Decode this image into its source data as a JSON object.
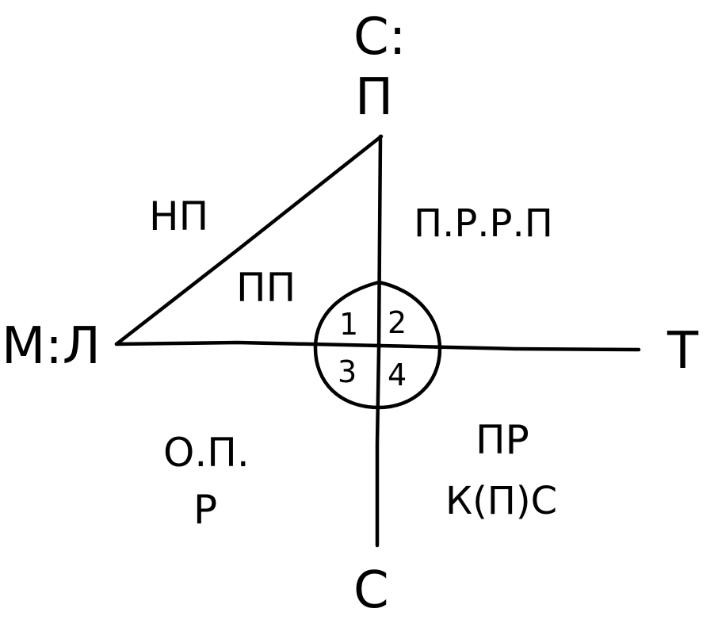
{
  "diagram": {
    "labels": {
      "top_marker": "С:",
      "top_pole": "П",
      "bottom_pole": "С",
      "left_pole": "М:Л",
      "right_pole": "Т",
      "upper_left_outer": "НП",
      "upper_left_inner": "ПП",
      "upper_right": "П.Р.Р.П",
      "lower_left_line1": "О.П.",
      "lower_left_line2": "Р",
      "lower_right_line1": "ПР",
      "lower_right_line2": "К(П)С"
    },
    "quadrants": [
      "1",
      "2",
      "3",
      "4"
    ],
    "colors": {
      "ink": "#000000",
      "background": "#ffffff"
    }
  }
}
